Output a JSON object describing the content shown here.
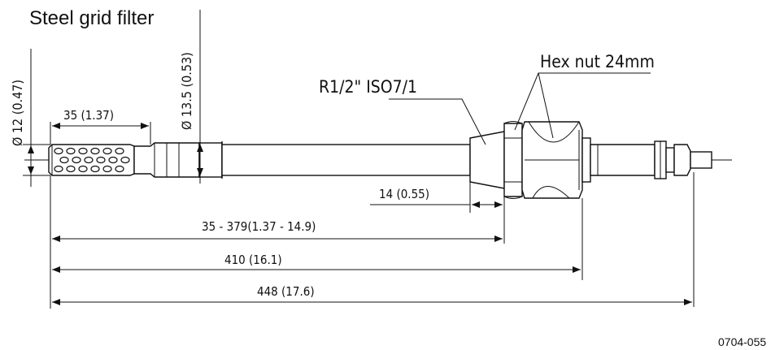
{
  "labels": {
    "filter_title": "Steel grid filter",
    "hex_nut": "Hex nut 24mm",
    "thread": "R1/2\" ISO7/1",
    "dim_12": "Ø  12 (0.47)",
    "dim_13_5": "Ø  13.5  (0.53)",
    "dim_35": "35  (1.37)",
    "dim_14": "14  (0.55)",
    "dim_range": "35 - 379(1.37 - 14.9)",
    "dim_410": "410 (16.1)",
    "dim_448": "448 (17.6)",
    "figure_code": "0704-055"
  },
  "colors": {
    "line": "#111111",
    "background": "#ffffff"
  }
}
